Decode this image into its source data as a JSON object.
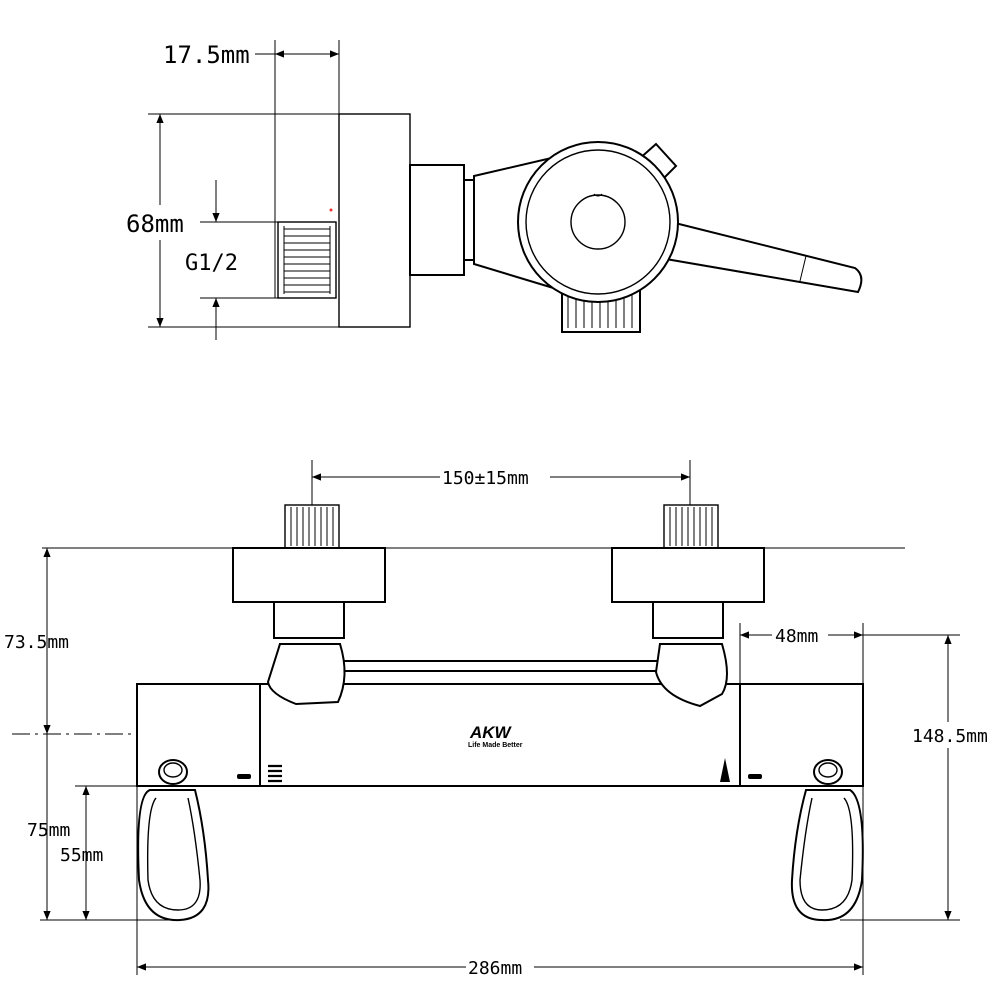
{
  "side_view": {
    "dim_offset": "17.5mm",
    "dim_height": "68mm",
    "thread_label": "G1/2"
  },
  "front_view": {
    "dim_center_distance": "150±15mm",
    "dim_upper_height": "73.5mm",
    "dim_body_end": "48mm",
    "dim_total_height": "148.5mm",
    "dim_lower_height": "75mm",
    "dim_handle_height": "55mm",
    "dim_total_width": "286mm"
  },
  "brand": {
    "logo": "AKW",
    "tagline": "Life Made Better"
  }
}
